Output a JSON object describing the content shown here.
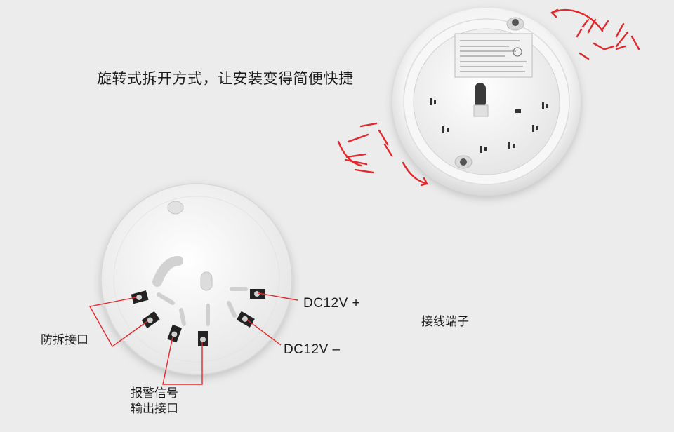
{
  "headline": "旋转式拆开方式，让安装变得简便快捷",
  "labels": {
    "terminals": "接线端子",
    "tamper": "防拆接口",
    "alarm_line1": "报警信号",
    "alarm_line2": "输出接口",
    "dc_plus": "DC12V  +",
    "dc_minus": "DC12V  –"
  },
  "colors": {
    "background": "#ececec",
    "accent_red": "#e5262b",
    "device_white": "#ffffff"
  }
}
